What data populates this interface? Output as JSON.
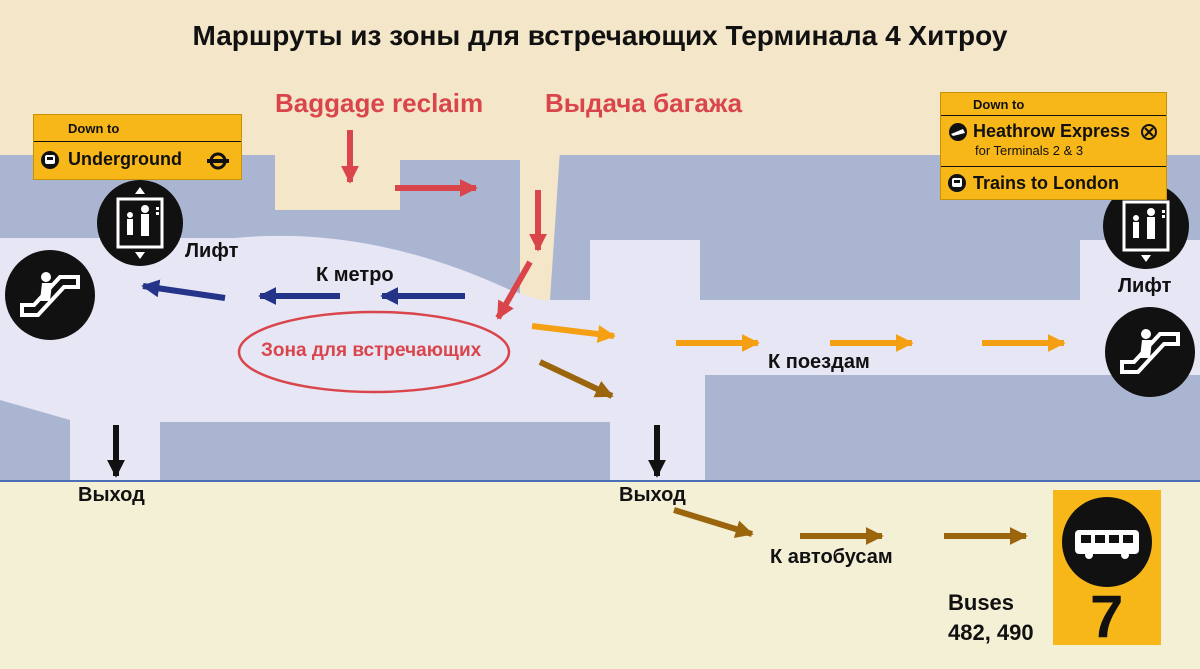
{
  "title": "Маршруты из зоны для встречающих Терминала 4 Хитроу",
  "baggage": {
    "en": "Baggage reclaim",
    "ru": "Выдача багажа"
  },
  "underground_sign": {
    "down_to": "Down to",
    "name": "Underground"
  },
  "heathrow_sign": {
    "down_to": "Down to",
    "express": "Heathrow Express",
    "express_sub": "for Terminals 2 & 3",
    "trains": "Trains to London"
  },
  "labels": {
    "lift_left": "Лифт",
    "lift_right": "Лифт",
    "to_metro": "К метро",
    "meeting_zone": "Зона для встречающих",
    "to_trains": "К поездам",
    "exit_left": "Выход",
    "exit_mid": "Выход",
    "to_buses": "К автобусам",
    "buses": "Buses",
    "bus_numbers": "482, 490",
    "bus_stop": "7"
  },
  "colors": {
    "cream": "#f4e6c8",
    "corridor": "#e6e6f4",
    "blue_wall": "#aab5d2",
    "outside": "#f3f0d6",
    "yellow": "#f7b718",
    "red_arrow": "#d9454b",
    "navy_arrow": "#233489",
    "orange_arrow": "#f5a013",
    "brown_arrow": "#9a650d",
    "black_arrow": "#111111"
  },
  "icons": [
    "lift-icon",
    "escalator-icon",
    "underground-roundel-icon",
    "train-icon",
    "heathrow-express-icon",
    "bus-icon"
  ]
}
